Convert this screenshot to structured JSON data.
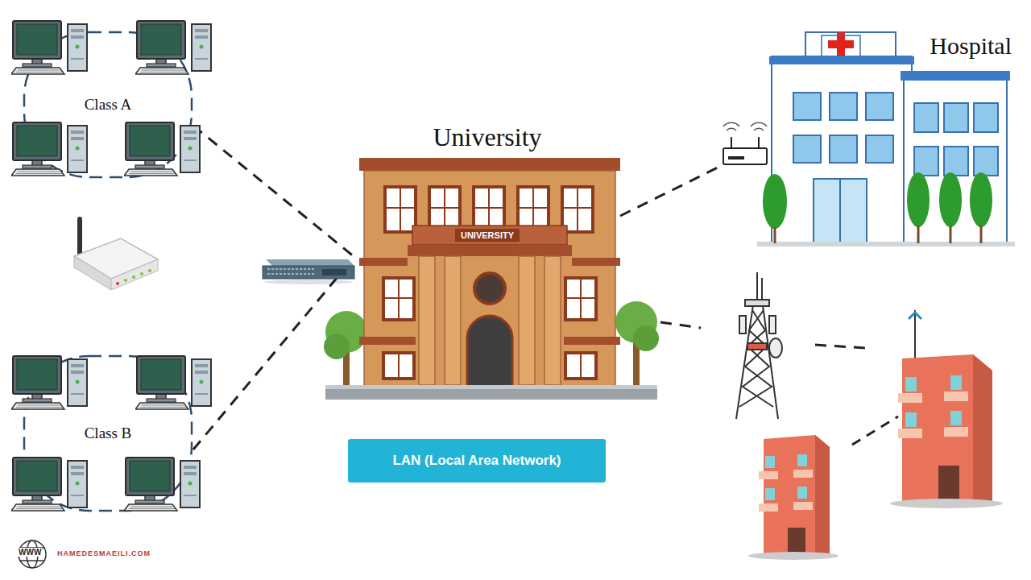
{
  "diagram": {
    "nodes": [
      {
        "text": [
          "Class A"
        ]
      },
      {
        "text": [
          "Class B"
        ]
      },
      {
        "text": [
          "University",
          "UNIVERSITY"
        ]
      },
      {
        "text": [
          "Hospital"
        ]
      },
      {
        "text": [
          "LAN (Local Area Network)"
        ]
      }
    ],
    "edges": [
      {
        "from": 0,
        "to": 2,
        "arrow": "none"
      },
      {
        "from": 1,
        "to": 2,
        "arrow": "none"
      },
      {
        "from": 2,
        "to": 3,
        "arrow": "none"
      }
    ],
    "labels": [
      "WWW",
      "HAMEDESMAEILI.COM"
    ]
  }
}
